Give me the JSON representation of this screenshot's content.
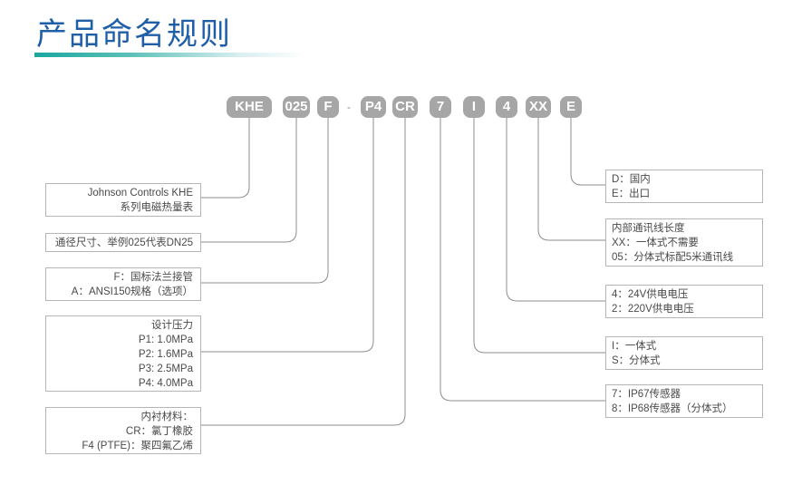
{
  "page": {
    "title": "产品命名规则"
  },
  "codes": [
    {
      "id": "khe",
      "label": "KHE"
    },
    {
      "id": "size",
      "label": "025"
    },
    {
      "id": "flange",
      "label": "F"
    },
    {
      "id": "pressure",
      "label": "P4"
    },
    {
      "id": "liner",
      "label": "CR"
    },
    {
      "id": "sensor",
      "label": "7"
    },
    {
      "id": "type",
      "label": "I"
    },
    {
      "id": "power",
      "label": "4"
    },
    {
      "id": "cable",
      "label": "XX"
    },
    {
      "id": "market",
      "label": "E"
    }
  ],
  "separator": "-",
  "descriptions_left": {
    "series": [
      "Johnson Controls KHE",
      "系列电磁热量表"
    ],
    "size": [
      "通径尺寸、举例025代表DN25"
    ],
    "flange": [
      "F：国标法兰接管",
      "A：ANSI150规格（选项）"
    ],
    "pressure": [
      "设计压力",
      "P1: 1.0MPa",
      "P2: 1.6MPa",
      "P3: 2.5MPa",
      "P4: 4.0MPa"
    ],
    "liner": [
      "内衬材料：",
      "CR：氯丁橡胶",
      "F4 (PTFE)：聚四氟乙烯"
    ]
  },
  "descriptions_right": {
    "market": [
      "D：国内",
      "E：出口"
    ],
    "cable": [
      "内部通讯线长度",
      "XX：一体式不需要",
      "05：分体式标配5米通讯线"
    ],
    "power": [
      "4：24V供电电压",
      "2：220V供电电压"
    ],
    "type": [
      "I：一体式",
      "S：分体式"
    ],
    "sensor": [
      "7：IP67传感器",
      "8：IP68传感器（分体式）"
    ]
  },
  "colors": {
    "title": "#1f5fa8",
    "accent": "#1aa7a0",
    "pill": "#a6a6a6",
    "line": "#8c8c8c",
    "border": "#b5b5b5"
  }
}
